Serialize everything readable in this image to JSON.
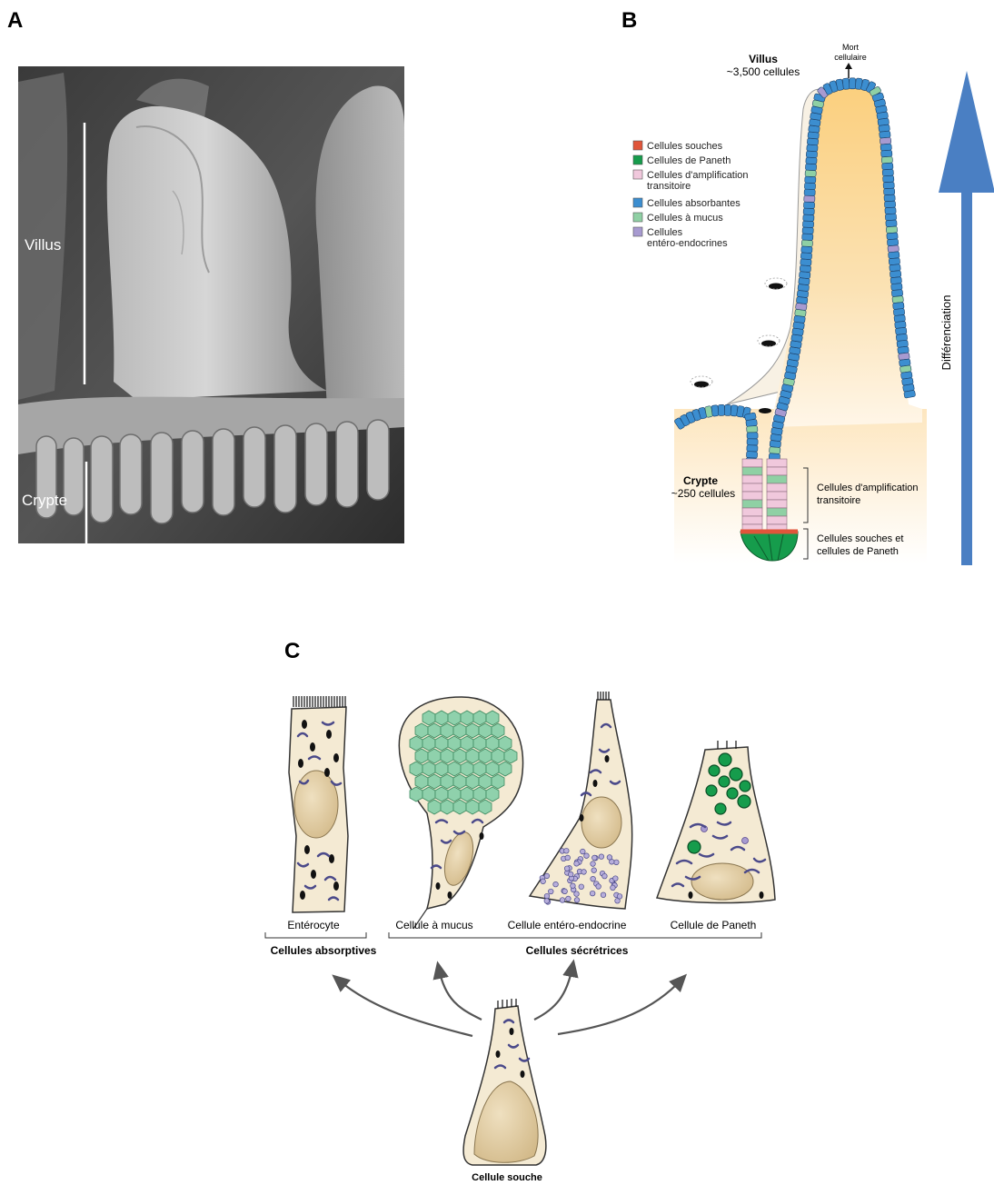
{
  "panels": {
    "a": {
      "letter": "A",
      "villus_label": "Villus",
      "crypt_label": "Crypte"
    },
    "b": {
      "letter": "B",
      "villus_title": "Villus",
      "villus_count": "~3,500 cellules",
      "cell_death": [
        "Mort",
        "cellulaire"
      ],
      "crypt_title": "Crypte",
      "crypt_count": "~250 cellules",
      "bracket_transit": [
        "Cellules d'amplification",
        "transitoire"
      ],
      "bracket_stem": [
        "Cellules souches et",
        "cellules de Paneth"
      ],
      "arrow_label": "Différenciation",
      "legend": [
        {
          "lines": [
            "Cellules souches"
          ],
          "color": "#e0553a"
        },
        {
          "lines": [
            "Cellules de Paneth"
          ],
          "color": "#169c4c"
        },
        {
          "lines": [
            "Cellules d'amplification",
            "transitoire"
          ],
          "color": "#f0c8dc"
        },
        {
          "lines": [
            "Cellules absorbantes"
          ],
          "color": "#3c8ed0"
        },
        {
          "lines": [
            "Cellules à mucus"
          ],
          "color": "#8fd0a4"
        },
        {
          "lines": [
            "Cellules",
            "entéro-endocrines"
          ],
          "color": "#a79ad0"
        }
      ]
    },
    "c": {
      "letter": "C",
      "cells": [
        "Entérocyte",
        "Cellule à mucus",
        "Cellule entéro-endocrine",
        "Cellule de Paneth"
      ],
      "group_absorptive": "Cellules absorptives",
      "group_secretory": "Cellules sécrétrices",
      "stem_label": "Cellule souche"
    }
  },
  "colors": {
    "cytoplasm": "#f4ead3",
    "nucleus": "#e3d0aa",
    "organelle": "#4b4a8a",
    "granule_black": "#111111",
    "mucus_granule": "#8fd1ac",
    "paneth_granule": "#169c4c",
    "arrow_blue": "#4a7fc3",
    "villus_core": "#fbd38a",
    "absorptive": "#3c8ed0",
    "transit": "#f0c8dc",
    "stem": "#e0553a",
    "paneth": "#169c4c",
    "mucus": "#8fd0a4",
    "endocrine": "#a79ad0",
    "arrow_gray": "#555555"
  }
}
